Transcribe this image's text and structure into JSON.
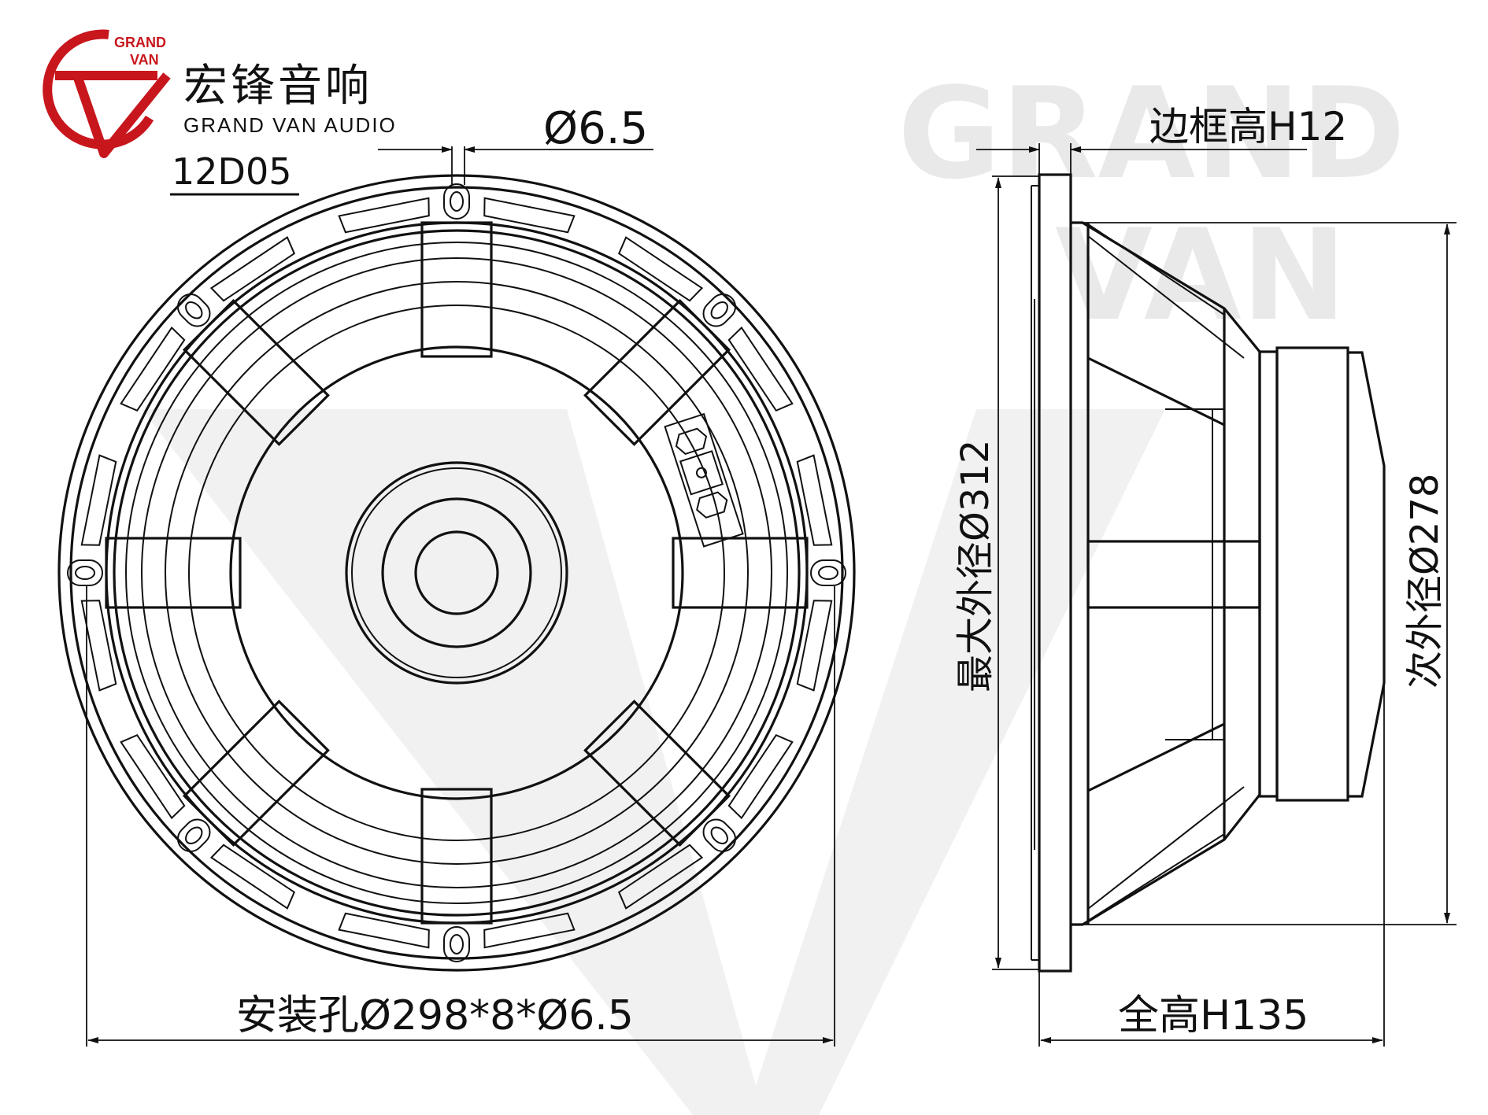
{
  "brand": {
    "logo_text_top": "GRAND",
    "logo_text_bottom": "VAN",
    "name_cn": "宏锋音响",
    "name_en": "GRAND VAN AUDIO",
    "color": "#c8161d"
  },
  "watermark": {
    "line1": "GRAND",
    "line2": "VAN"
  },
  "model": "12D05",
  "dimensions": {
    "hole_diameter": "Ø6.5",
    "frame_height": "边框高H12",
    "max_outer_diameter": "最大外径Ø312",
    "secondary_outer_diameter": "次外径Ø278",
    "mounting_holes": "安装孔Ø298*8*Ø6.5",
    "total_height": "全高H135"
  }
}
